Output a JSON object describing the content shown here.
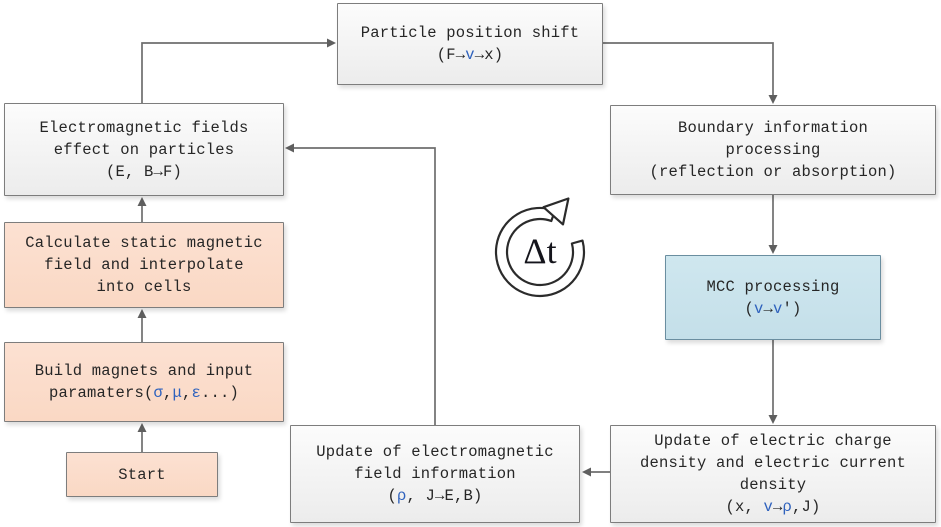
{
  "diagram": {
    "boxes": [
      {
        "name": "particle-position-shift",
        "style": "gray",
        "lines": [
          "Particle position shift",
          "(F→v→x)"
        ]
      },
      {
        "name": "em-fields-effect-on-particles",
        "style": "gray",
        "lines": [
          "Electromagnetic fields",
          "effect on particles",
          "(E, B→F)"
        ]
      },
      {
        "name": "calculate-static-magnetic-field",
        "style": "pink",
        "lines": [
          "Calculate static magnetic",
          "field and interpolate",
          "into cells"
        ]
      },
      {
        "name": "build-magnets-input-parameters",
        "style": "pink",
        "lines": [
          "Build magnets and input",
          "paramaters(σ,μ,ε...)"
        ]
      },
      {
        "name": "start",
        "style": "pink",
        "lines": [
          "Start"
        ]
      },
      {
        "name": "boundary-information-processing",
        "style": "gray",
        "lines": [
          "Boundary information",
          "processing",
          "(reflection or absorption)"
        ]
      },
      {
        "name": "mcc-processing",
        "style": "blue",
        "lines": [
          "MCC processing",
          "(v→v')"
        ]
      },
      {
        "name": "update-charge-current-density",
        "style": "gray",
        "lines": [
          "Update of electric charge",
          "density and electric current",
          "density",
          "(x, v→ρ,J)"
        ]
      },
      {
        "name": "update-em-field-information",
        "style": "gray",
        "lines": [
          "Update of electromagnetic",
          "field information",
          "(ρ, J→E,B)"
        ]
      }
    ],
    "loop": {
      "label": "Δt",
      "icon": "clockwise-cycle-arrow-icon"
    },
    "colors": {
      "gray_fill": "#f2f2f2",
      "pink_fill": "#fad8c4",
      "blue_fill": "#c8e2ec",
      "border": "#7d7d7d",
      "arrow": "#666666",
      "symbol_blue": "#2f62bd",
      "text": "#262626"
    }
  }
}
